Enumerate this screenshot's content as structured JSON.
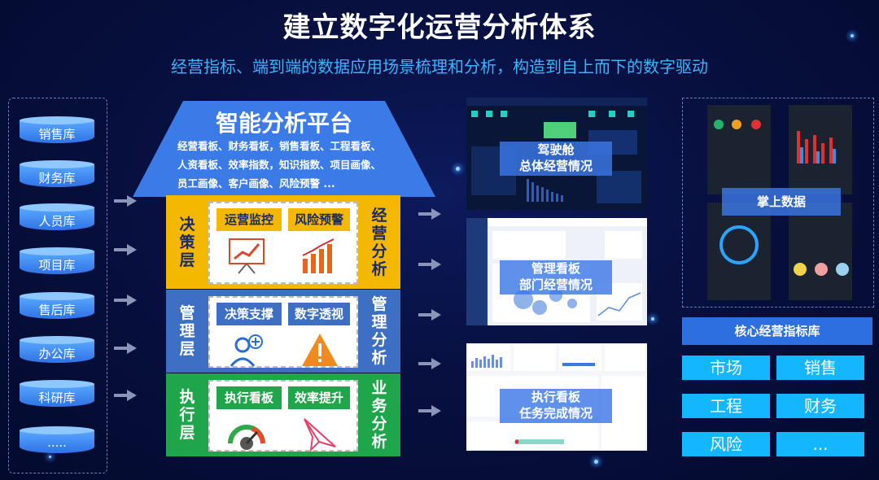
{
  "title": "建立数字化运营分析体系",
  "subtitle": "经营指标、端到端的数据应用场景梳理和分析，构造到自上而下的数字驱动",
  "databases": [
    "销售库",
    "财务库",
    "人员库",
    "项目库",
    "售后库",
    "办公库",
    "科研库",
    "....."
  ],
  "platform": {
    "title": "智能分析平台",
    "lines": [
      "经营看板、财务看板，销售看板、工程看板、",
      "人资看板、效率指数，知识指数、项目画像、",
      "员工画像、客户画像、风险预警 ..."
    ]
  },
  "layers": [
    {
      "left": "决策层",
      "right": "经营分析",
      "tags": [
        "运营监控",
        "风险预警"
      ],
      "icons": [
        "presentation-chart-icon",
        "bar-chart-icon"
      ],
      "color": "#f5b800"
    },
    {
      "left": "管理层",
      "right": "管理分析",
      "tags": [
        "决策支撑",
        "数字透视"
      ],
      "icons": [
        "user-add-icon",
        "warning-icon"
      ],
      "color": "#3d6fc4"
    },
    {
      "left": "执行层",
      "right": "业务分析",
      "tags": [
        "执行看板",
        "效率提升"
      ],
      "icons": [
        "gauge-icon",
        "paper-plane-icon"
      ],
      "color": "#1fa64a"
    }
  ],
  "dashboards": [
    {
      "caption1": "驾驶舱",
      "caption2": "总体经营情况"
    },
    {
      "caption1": "管理看板",
      "caption2": "部门经营情况"
    },
    {
      "caption1": "执行看板",
      "caption2": "任务完成情况"
    }
  ],
  "mobile_caption": "掌上数据",
  "kpi_title": "核心经营指标库",
  "kpis": [
    "市场",
    "销售",
    "工程",
    "财务",
    "风险",
    "..."
  ],
  "colors": {
    "accent": "#38b6ff",
    "kpi": "#13b6ff",
    "kpi_title": "#2e6fe0"
  }
}
